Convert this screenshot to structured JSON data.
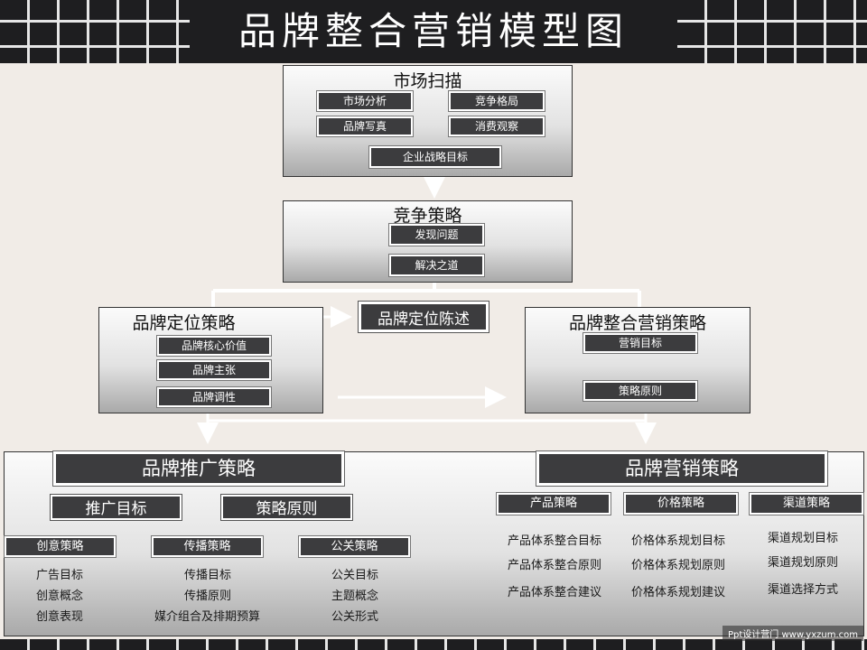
{
  "title": "品牌整合营销模型图",
  "market_scan": {
    "title": "市场扫描",
    "tags": [
      "市场分析",
      "竞争格局",
      "品牌写真",
      "消费观察",
      "企业战略目标"
    ]
  },
  "competition": {
    "title": "竞争策略",
    "tags": [
      "发现问题",
      "解决之道"
    ]
  },
  "positioning": {
    "title": "品牌定位策略",
    "tags": [
      "品牌核心价值",
      "品牌主张",
      "品牌调性"
    ]
  },
  "positioning_statement": "品牌定位陈述",
  "integrated": {
    "title": "品牌整合营销策略",
    "tags": [
      "营销目标",
      "策略原则"
    ]
  },
  "promotion": {
    "title": "品牌推广策略",
    "subtags": [
      "推广目标",
      "策略原则"
    ],
    "columns": [
      {
        "label": "创意策略",
        "items": [
          "广告目标",
          "创意概念",
          "创意表现"
        ]
      },
      {
        "label": "传播策略",
        "items": [
          "传播目标",
          "传播原则",
          "媒介组合及排期预算"
        ]
      },
      {
        "label": "公关策略",
        "items": [
          "公关目标",
          "主题概念",
          "公关形式"
        ]
      }
    ]
  },
  "marketing": {
    "title": "品牌营销策略",
    "columns": [
      {
        "label": "产品策略",
        "items": [
          "产品体系整合目标",
          "产品体系整合原则",
          "产品体系整合建议"
        ]
      },
      {
        "label": "价格策略",
        "items": [
          "价格体系规划目标",
          "价格体系规划原则",
          "价格体系规划建议"
        ]
      },
      {
        "label": "渠道策略",
        "items": [
          "渠道规划目标",
          "渠道规划原则",
          "渠道选择方式"
        ]
      }
    ]
  },
  "watermark": "Ppt设计营门 www.yxzum.com"
}
